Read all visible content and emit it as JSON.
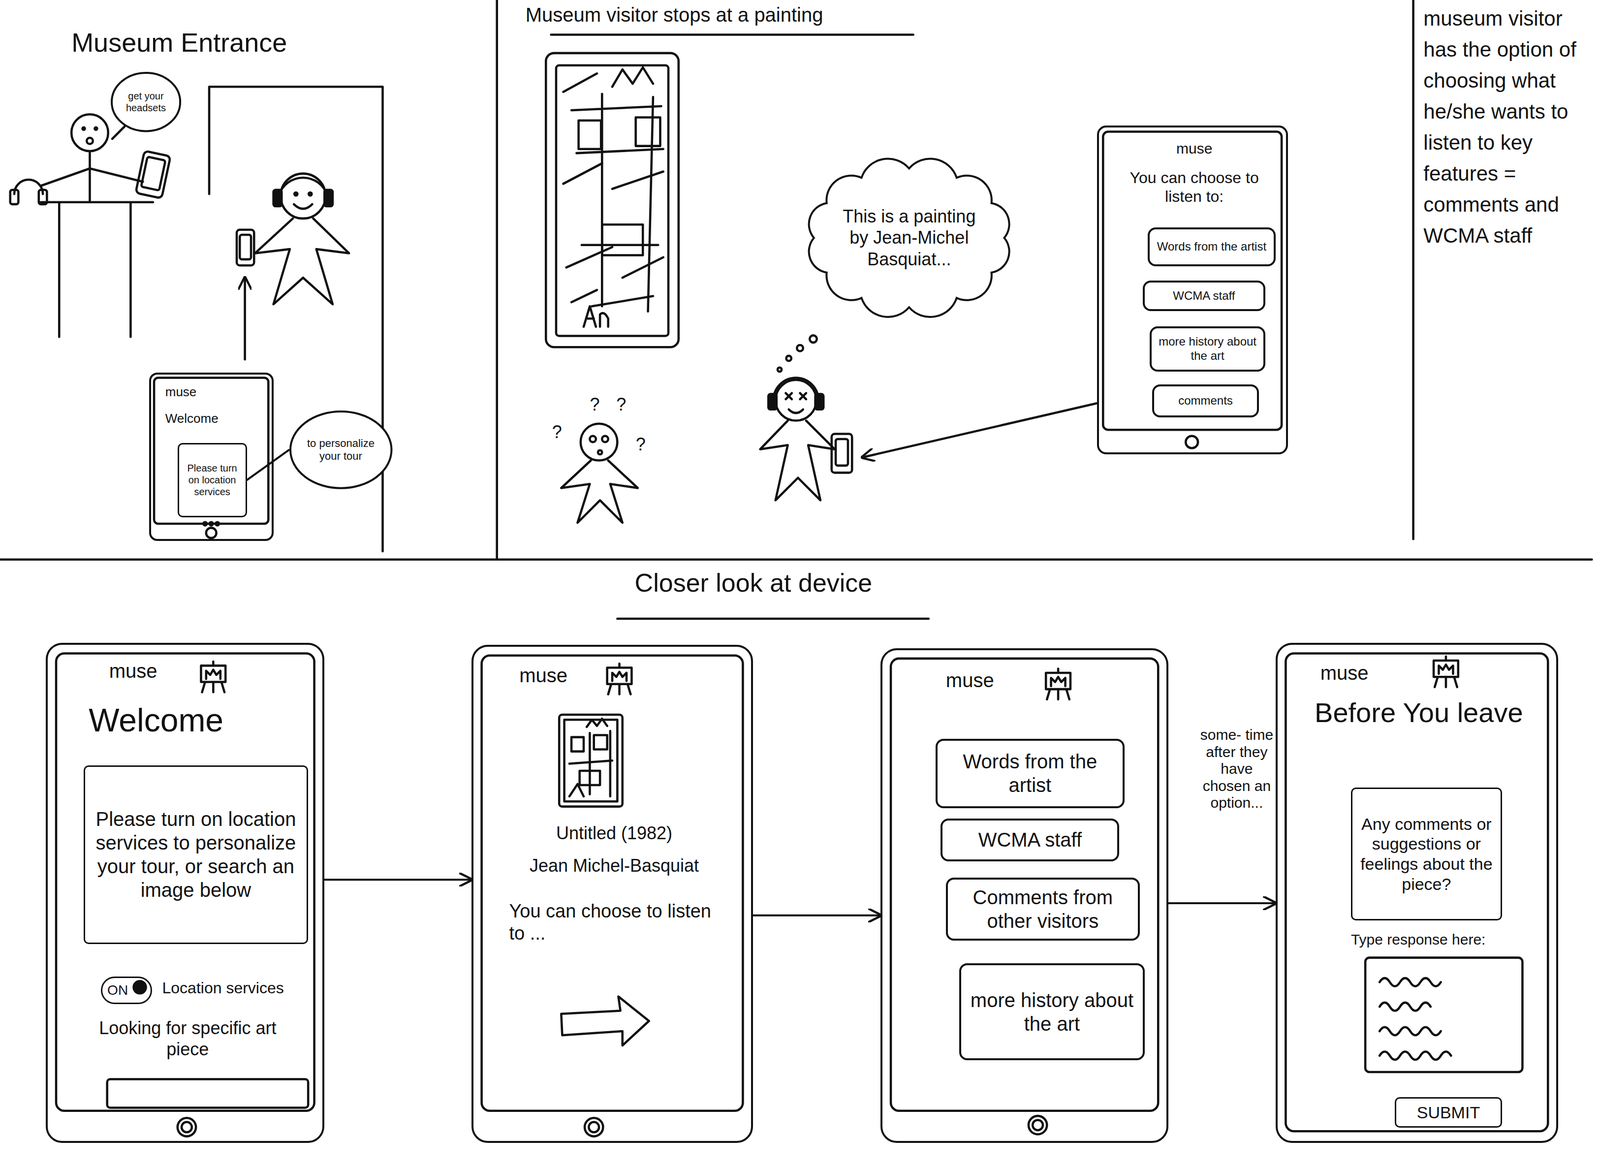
{
  "diagram": {
    "nodes": [
      {
        "text": [
          "get your headsets"
        ]
      },
      {
        "text": [
          "muse",
          "Welcome"
        ]
      },
      {
        "text": [
          "Please turn on location services"
        ],
        "in": 1
      },
      {
        "text": [
          "to personalize your tour"
        ]
      },
      {
        "text": [
          "This is a painting by Jean-Michel Basquiat..."
        ]
      },
      {
        "text": [
          "muse",
          "You can choose to listen to:"
        ]
      },
      {
        "text": [
          "Words from the artist"
        ],
        "in": 5
      },
      {
        "text": [
          "WCMA staff"
        ],
        "in": 5
      },
      {
        "text": [
          "more history about the art"
        ],
        "in": 5
      },
      {
        "text": [
          "comments"
        ],
        "in": 5
      },
      {
        "text": [
          "muse",
          "Welcome",
          "Location services",
          "Looking for specific art piece"
        ]
      },
      {
        "text": [
          "Please turn on location services to personalize your tour, or search an image below"
        ],
        "in": 10
      },
      {
        "text": [
          "ON"
        ],
        "in": 10
      },
      {
        "text": [
          "muse",
          "Untitled (1982)",
          "Jean Michel-Basquiat",
          "You can choose to listen to ..."
        ]
      },
      {
        "text": [
          "muse"
        ]
      },
      {
        "text": [
          "Words from the artist"
        ],
        "in": 14
      },
      {
        "text": [
          "WCMA staff"
        ],
        "in": 14
      },
      {
        "text": [
          "Comments from other visitors"
        ],
        "in": 14
      },
      {
        "text": [
          "more history about the art"
        ],
        "in": 14
      },
      {
        "text": [
          "muse",
          "Before You leave",
          "Type response here:"
        ]
      },
      {
        "text": [
          "Any comments or suggestions or feelings about the piece?"
        ],
        "in": 19
      },
      {
        "text": [
          "SUBMIT"
        ],
        "in": 19
      }
    ],
    "edges": [
      {
        "from": 2,
        "to": 3,
        "arrow": "none"
      },
      {
        "from": 10,
        "to": 13,
        "arrow": "to"
      },
      {
        "from": 13,
        "to": 14,
        "arrow": "to"
      },
      {
        "from": 14,
        "to": 19,
        "arrow": "to",
        "label": "some- time after they have chosen an option..."
      }
    ],
    "labels": [
      "Museum Entrance",
      "Museum visitor stops at a painting",
      "?",
      "?",
      "?",
      "?",
      "museum visitor has the option of choosing what he/she wants to listen to key features = comments and WCMA staff",
      "Closer look at device"
    ]
  }
}
